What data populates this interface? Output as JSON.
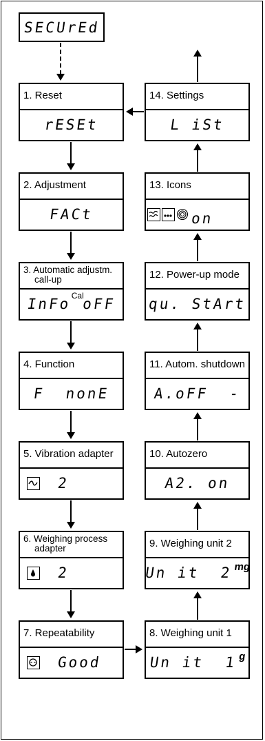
{
  "top_display": "SECUrEd",
  "left_column": [
    {
      "label": "1. Reset",
      "display": "rESEt"
    },
    {
      "label": "2. Adjustment",
      "display": "FACt"
    },
    {
      "label_line1": "3. Automatic adjustm.",
      "label_line2": "call-up",
      "display_pre": "InFo",
      "display_sup": "Cal",
      "display_post": "oFF"
    },
    {
      "label": "4. Function",
      "display": "F  nonE"
    },
    {
      "label": "5. Vibration adapter",
      "icon": "vibration-icon",
      "display": "2"
    },
    {
      "label_line1": "6. Weighing process",
      "label_line2": "adapter",
      "icon": "weighing-process-icon",
      "display": "2"
    },
    {
      "label": "7. Repeatability",
      "icon": "repeatability-icon",
      "display": "Good"
    }
  ],
  "right_column": [
    {
      "label": "14. Settings",
      "display": "L iSt"
    },
    {
      "label": "13. Icons",
      "icons": [
        "vibration-icon",
        "weighing-process-icon",
        "repeatability-icon"
      ],
      "display": "on"
    },
    {
      "label": "12. Power-up mode",
      "display": "qu. StArt"
    },
    {
      "label": "11. Autom. shutdown",
      "display": "A.oFF  -"
    },
    {
      "label": "10. Autozero",
      "display": "A2. on"
    },
    {
      "label": "9. Weighing unit 2",
      "display": "Un it  2",
      "unit": "mg"
    },
    {
      "label": "8. Weighing unit 1",
      "display": "Un it  1",
      "unit": "g"
    }
  ]
}
